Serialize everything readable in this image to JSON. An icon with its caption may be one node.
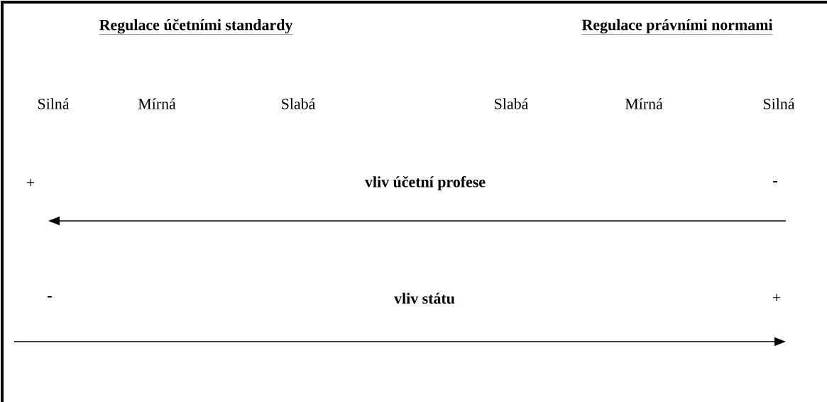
{
  "diagram": {
    "labels": [
      "Regulace účetními standardy",
      "Regulace právními normami",
      "Silná",
      "Mírná",
      "Slabá",
      "Slabá",
      "Mírná",
      "Silná",
      "+",
      "vliv účetní profese",
      "-",
      "-",
      "vliv státu",
      "+"
    ]
  }
}
